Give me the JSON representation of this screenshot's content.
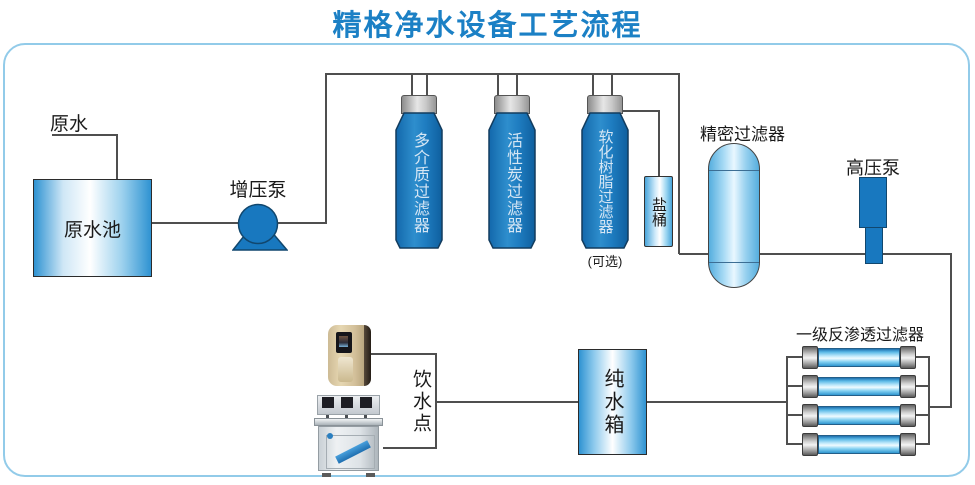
{
  "title": "精格净水设备工艺流程",
  "labels": {
    "raw_water": "原水",
    "raw_water_pool": "原水池",
    "booster_pump": "增压泵",
    "filter_media": "多介质过滤器",
    "filter_carbon": "活性炭过滤器",
    "filter_resin": "软化树脂过滤器",
    "optional": "(可选)",
    "salt_bucket": "盐桶",
    "precision_filter": "精密过滤器",
    "high_pressure_pump": "高压泵",
    "ro_filter": "一级反渗透过滤器",
    "pure_water_tank": "纯水箱",
    "drinking_point": "饮水点"
  },
  "colors": {
    "title_blue": "#1b80c5",
    "equipment_blue": "#1878bf",
    "pipe_gray": "#4f4f4f",
    "frame_border": "#92cbe9"
  }
}
